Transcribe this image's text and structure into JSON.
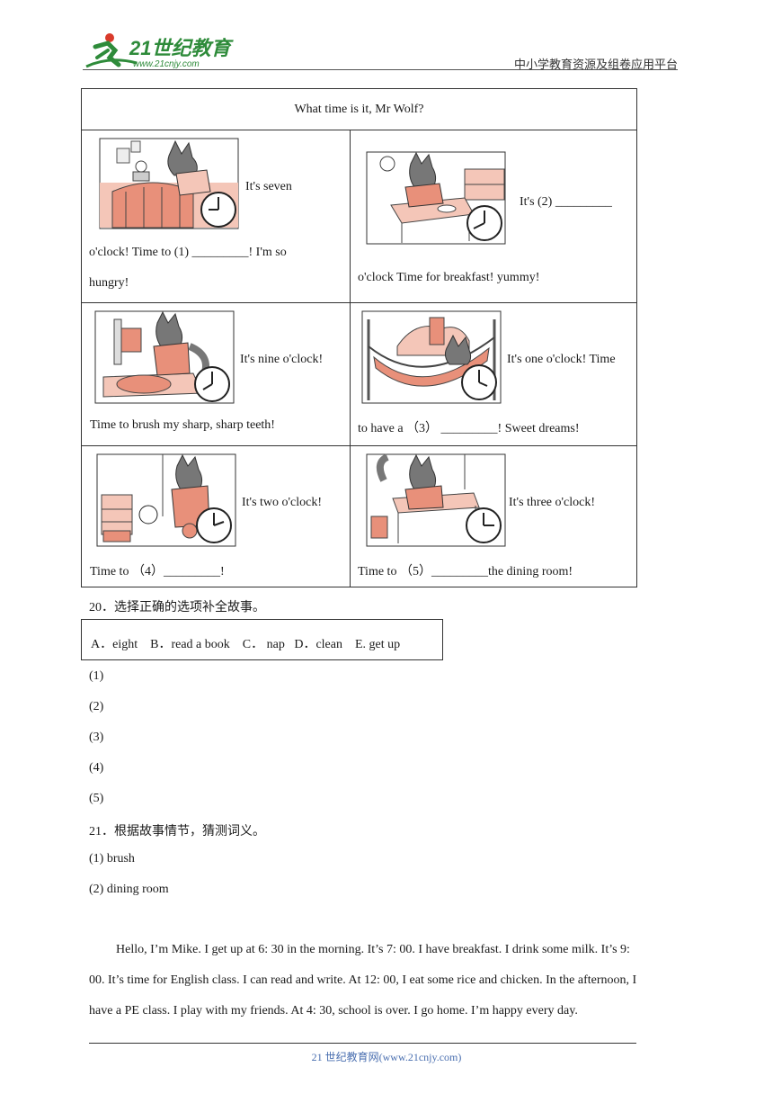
{
  "header": {
    "logo_main": "21世纪教育",
    "logo_url": "www.21cnjy.com",
    "right_text": "中小学教育资源及组卷应用平台"
  },
  "story": {
    "title": "What time is it, Mr Wolf?",
    "cells": [
      {
        "side": "It's seven",
        "line2": "o'clock! Time to (1) _________! I'm so",
        "line3": "hungry!"
      },
      {
        "side": "It's (2) _________",
        "line2": "o'clock Time for breakfast! yummy!"
      },
      {
        "side": "It's nine o'clock!",
        "line2": "Time to brush my sharp, sharp teeth!"
      },
      {
        "side": "It's one o'clock! Time",
        "line2": "to have a （3） _________! Sweet dreams!"
      },
      {
        "side": "It's two o'clock!",
        "line2": "Time to （4）_________!"
      },
      {
        "side": "It's three o'clock!",
        "line2": "Time to （5）_________the dining room!"
      }
    ]
  },
  "q20": {
    "title": "20．选择正确的选项补全故事。",
    "options": [
      "A．eight",
      "B．read a book",
      "C．  nap",
      "D．clean",
      "E. get up"
    ],
    "blanks": [
      "(1)",
      "(2)",
      "(3)",
      "(4)",
      "(5)"
    ]
  },
  "q21": {
    "title": "21．根据故事情节，猜测词义。",
    "items": [
      "(1) brush",
      "(2) dining room"
    ]
  },
  "passage": {
    "lines": [
      "Hello, I’m Mike. I get up at 6: 30 in the morning. It’s 7: 00. I have breakfast. I drink some milk. It’s 9:",
      "00. It’s time for English class. I can read and write. At 12: 00, I eat some rice and chicken. In the afternoon, I",
      "have a PE class. I play with my friends.  At 4: 30, school is over. I go home. I’m happy every day."
    ]
  },
  "footer": {
    "text": "21 世纪教育网(www.21cnjy.com)"
  },
  "colors": {
    "accent": "#e8907a",
    "logo_green": "#2e8b3a",
    "footer_blue": "#4a6fb0"
  }
}
